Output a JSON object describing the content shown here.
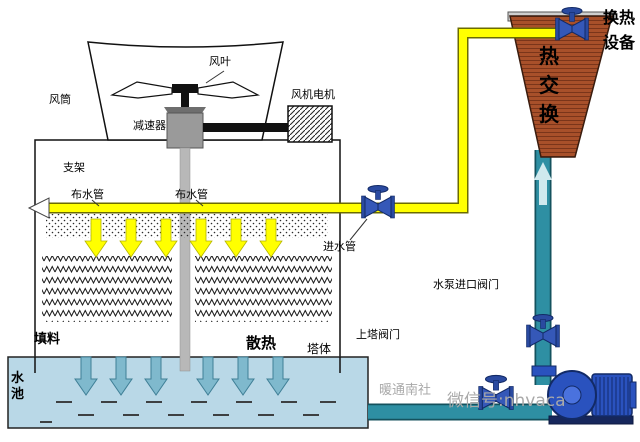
{
  "labels": {
    "fan_blade": "风叶",
    "air_cylinder": "风筒",
    "fan_motor": "风机电机",
    "reducer": "减速器",
    "support": "支架",
    "dist_pipe_left": "布水管",
    "dist_pipe_right": "布水管",
    "inlet_pipe": "进水管",
    "pump_inlet_valve": "水泵进口阀门",
    "tower_valve": "上塔阀门",
    "fill_material": "填料",
    "heat_dissipation": "散热",
    "tower_body": "塔体",
    "water_pool": "水池",
    "heat_exchange": "热交换",
    "heat_exchange_equipment": "换热设备"
  },
  "watermarks": {
    "brand": "暖通南社",
    "wechat": "微信号:nhvaca"
  },
  "colors": {
    "hot_water_pipe": "#ffff00",
    "cold_water_pipe": "#2e8fa3",
    "heat_exchanger": "#a8502a",
    "pool_water": "#b9d8e7",
    "valve_body": "#3558b8",
    "pump_body": "#2a52be",
    "cool_arrow": "#7fb9cd",
    "shaft_gray": "#b8b8b8"
  }
}
